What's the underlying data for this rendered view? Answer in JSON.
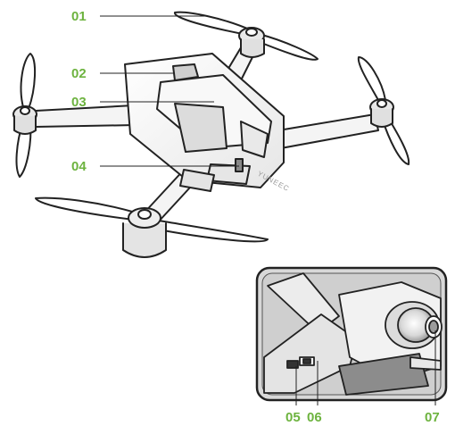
{
  "accent_color": "#6db33f",
  "brand_text": "YUNEEC",
  "callouts": [
    {
      "id": "01",
      "label": "01"
    },
    {
      "id": "02",
      "label": "02"
    },
    {
      "id": "03",
      "label": "03"
    },
    {
      "id": "04",
      "label": "04"
    },
    {
      "id": "05",
      "label": "05"
    },
    {
      "id": "06",
      "label": "06"
    },
    {
      "id": "07",
      "label": "07"
    }
  ]
}
